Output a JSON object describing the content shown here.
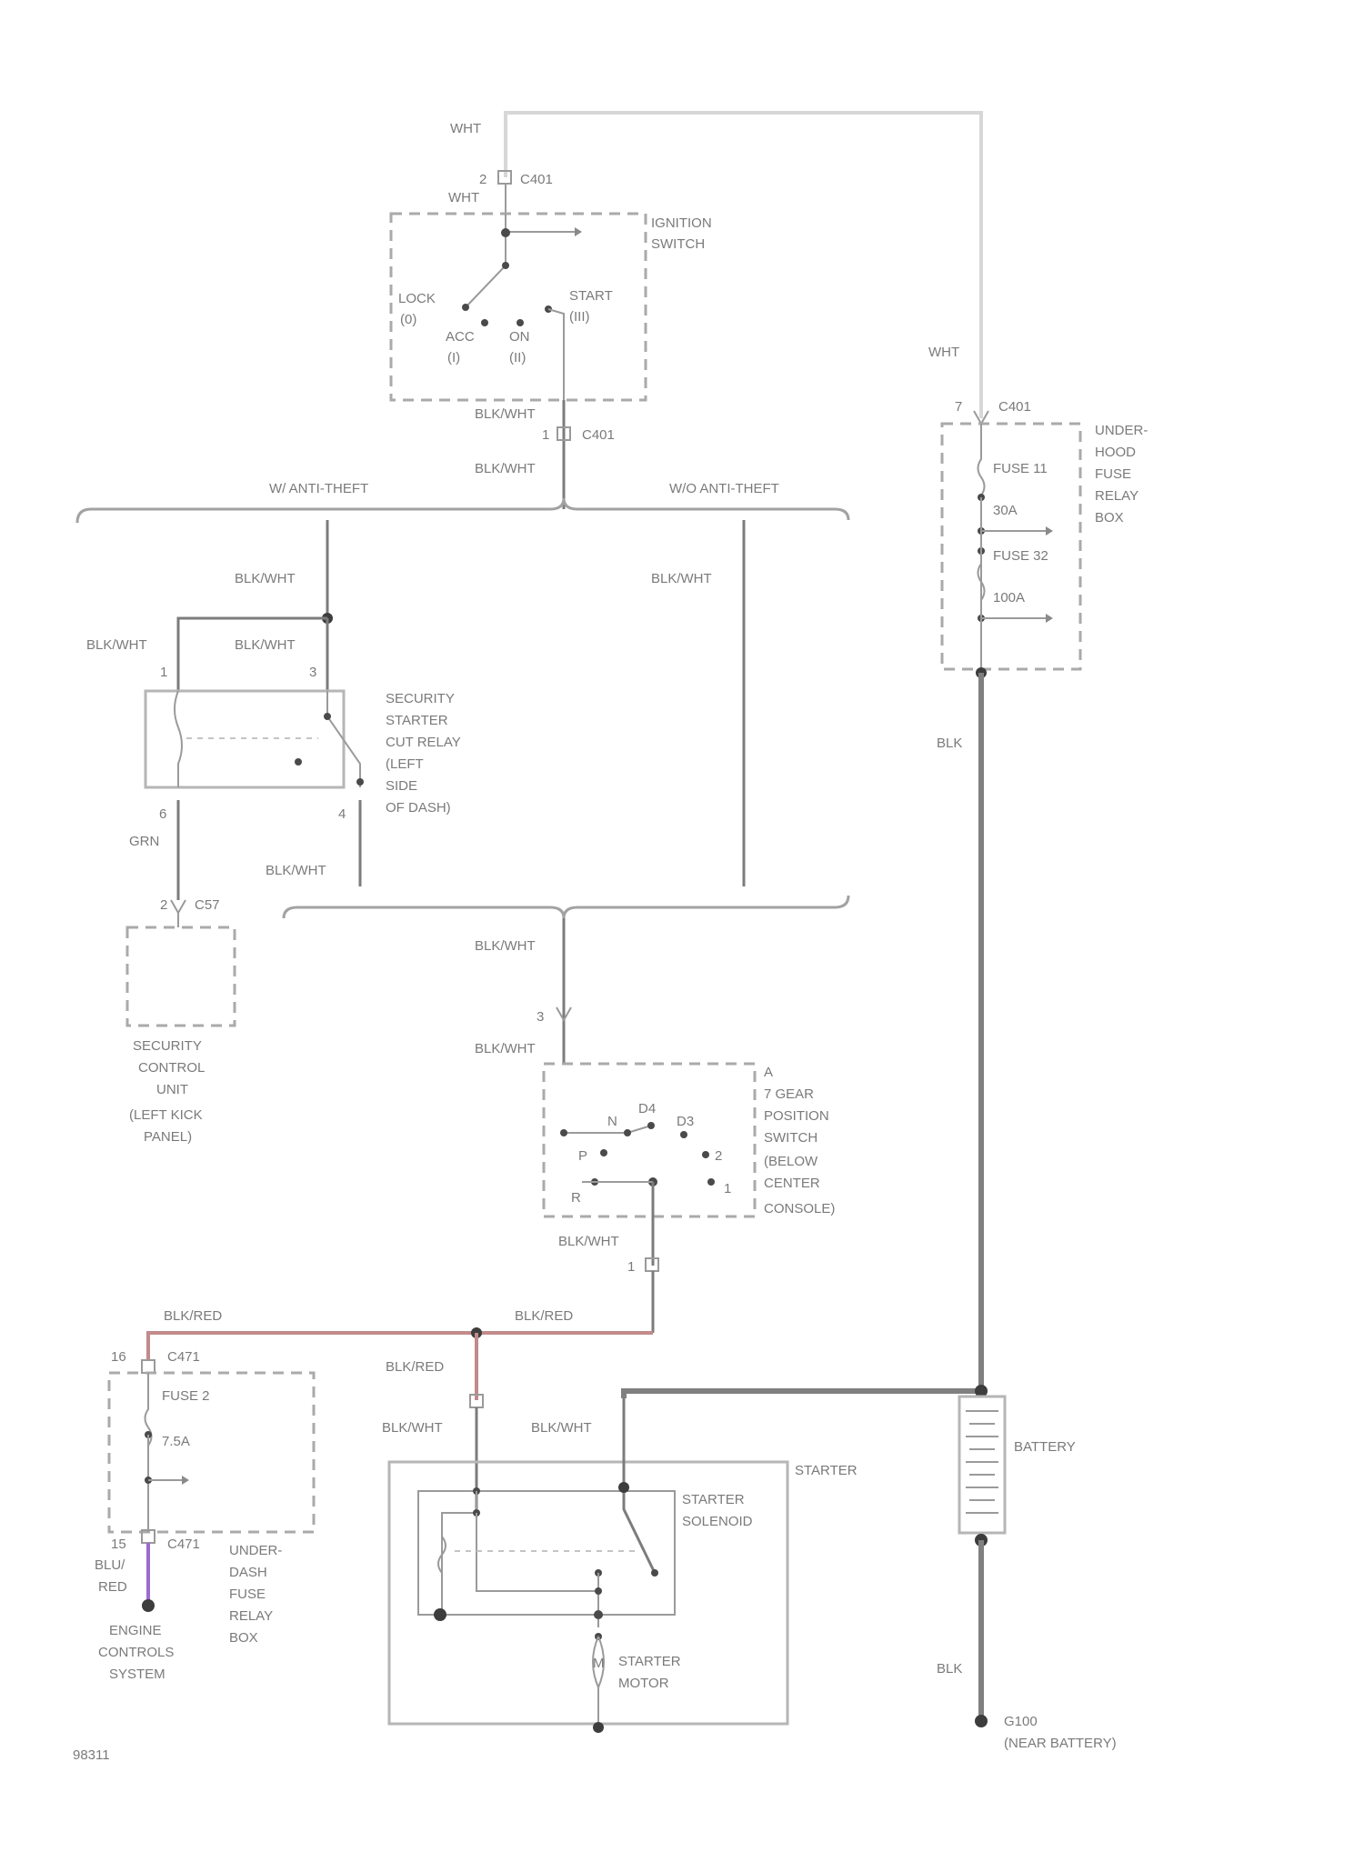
{
  "ignition_switch": {
    "name_line1": "IGNITION",
    "name_line2": "SWITCH",
    "lock_line1": "LOCK",
    "lock_line2": "(0)",
    "acc_line1": "ACC",
    "acc_line2": "(I)",
    "on_line1": "ON",
    "on_line2": "(II)",
    "start_line1": "START",
    "start_line2": "(III)",
    "top_wire": "WHT",
    "in_wire": "WHT",
    "out_wire": "BLK/WHT",
    "connector_top": "C401",
    "connector_top_pin": "2",
    "connector_bottom": "C401",
    "connector_bottom_pin": "1",
    "below_wire": "BLK/WHT"
  },
  "branches": {
    "left": "W/ ANTI-THEFT",
    "right": "W/O ANTI-THEFT",
    "left_wire": "BLK/WHT",
    "right_wire": "BLK/WHT"
  },
  "security_relay": {
    "name_lines": [
      "SECURITY",
      "STARTER",
      "CUT RELAY",
      "(LEFT",
      "SIDE",
      "OF DASH)"
    ],
    "wire_left": "BLK/WHT",
    "wire_right": "BLK/WHT",
    "pin_left_top": "1",
    "pin_right_top": "3",
    "pin_left_bottom": "6",
    "pin_right_bottom": "4",
    "out_left_wire": "GRN",
    "out_right_wire": "BLK/WHT"
  },
  "security_unit": {
    "pin": "2",
    "connector": "C57",
    "name_lines": [
      "SECURITY",
      "CONTROL",
      "UNIT",
      "(LEFT KICK",
      "PANEL)"
    ]
  },
  "gear_switch": {
    "wire_in": "BLK/WHT",
    "pin_in": "3",
    "wire_in2": "BLK/WHT",
    "positions": [
      "N",
      "D4",
      "D3",
      "P",
      "2",
      "R",
      "1"
    ],
    "corner_label": "A",
    "name_lines": [
      "7 GEAR",
      "POSITION",
      "SWITCH",
      "(BELOW",
      "CENTER",
      "CONSOLE)"
    ],
    "wire_out": "BLK/WHT",
    "pin_out": "1"
  },
  "splice": {
    "red_left": "BLK/RED",
    "red_right": "BLK/RED",
    "red_down": "BLK/RED",
    "wht_down": "BLK/WHT"
  },
  "under_dash_fuse": {
    "pin_top": "16",
    "connector_top": "C471",
    "fuse": "FUSE 2",
    "rating": "7.5A",
    "pin_bottom": "15",
    "connector_bottom": "C471",
    "wire_out_line1": "BLU/",
    "wire_out_line2": "RED",
    "name_lines": [
      "UNDER-",
      "DASH",
      "FUSE",
      "RELAY",
      "BOX"
    ],
    "dest_lines": [
      "ENGINE",
      "CONTROLS",
      "SYSTEM"
    ]
  },
  "starter": {
    "name": "STARTER",
    "wire_to_solenoid": "BLK/WHT",
    "solenoid_lines": [
      "STARTER",
      "SOLENOID"
    ],
    "motor_lines": [
      "STARTER",
      "MOTOR"
    ],
    "motor_symbol": "M"
  },
  "under_hood_fuse": {
    "wire_in": "WHT",
    "pin": "7",
    "connector": "C401",
    "fuse1": "FUSE 11",
    "rating1": "30A",
    "fuse2": "FUSE 32",
    "rating2": "100A",
    "name_lines": [
      "UNDER-",
      "HOOD",
      "FUSE",
      "RELAY",
      "BOX"
    ],
    "wire_out": "BLK"
  },
  "battery": {
    "name": "BATTERY",
    "wire_ground": "BLK",
    "ground_id": "G100",
    "ground_desc": "(NEAR BATTERY)"
  },
  "diagram_id": "98311"
}
